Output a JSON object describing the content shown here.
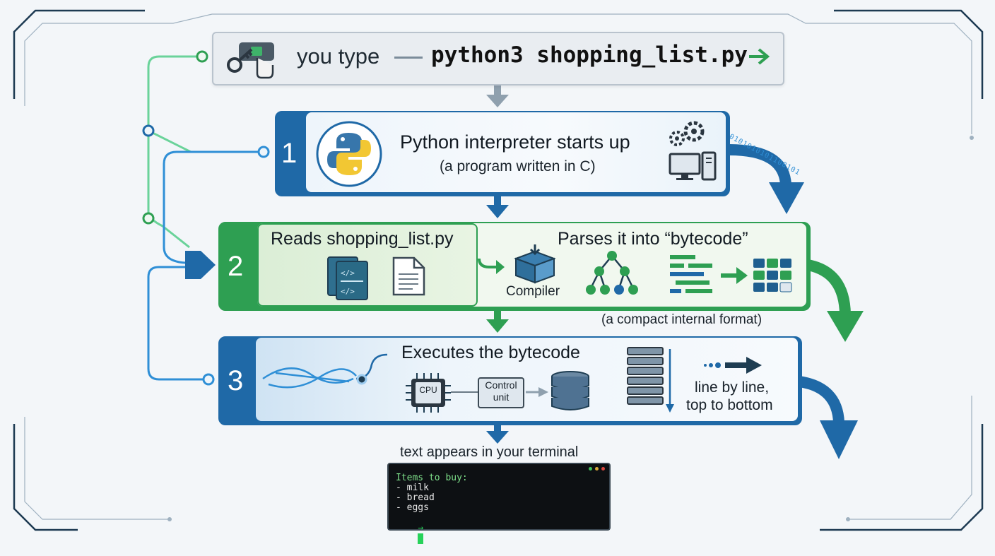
{
  "command": {
    "prefix": "you type",
    "code": "python3 shopping_list.py"
  },
  "steps": [
    {
      "number": "1",
      "title": "Python interpreter starts up",
      "subtitle": "(a program written in C)"
    },
    {
      "number": "2",
      "read_title": "Reads shopping_list.py",
      "parse_title": "Parses it into “bytecode”",
      "compiler_label": "Compiler",
      "note": "(a compact internal format)"
    },
    {
      "number": "3",
      "title": "Executes the bytecode",
      "cpu_label": "CPU",
      "control_label_1": "Control",
      "control_label_2": "unit",
      "order_1": "line by line,",
      "order_2": "top to bottom"
    }
  ],
  "output": {
    "caption": "text appears in your terminal",
    "terminal_lines": [
      "Items to buy:",
      "- milk",
      "- bread",
      "- eggs"
    ],
    "prompt": "→"
  },
  "binary_stream": "0101010101100101",
  "colors": {
    "blue": "#1f69a7",
    "green": "#2e9f52",
    "terminal_bg": "#0d1013"
  }
}
